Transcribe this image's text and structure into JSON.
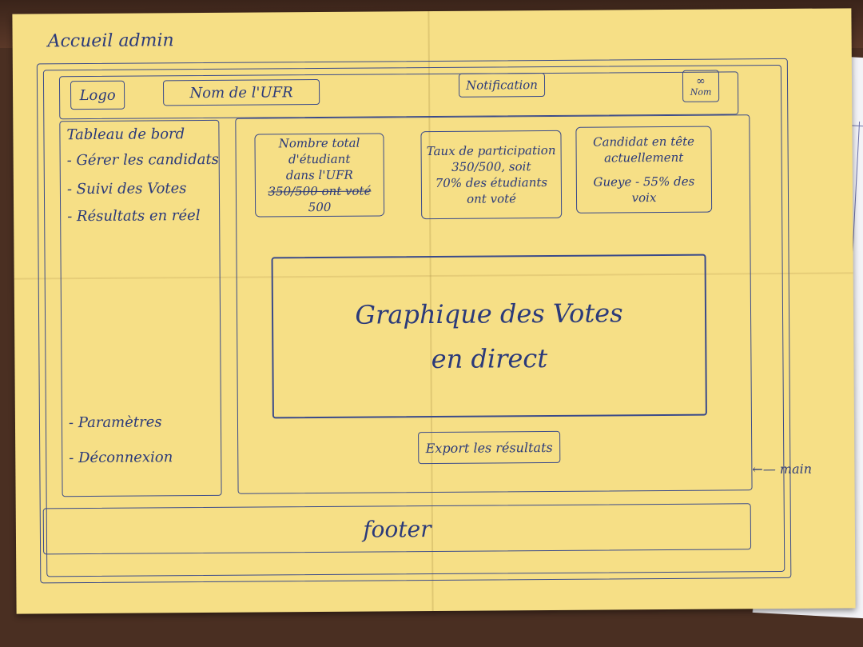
{
  "page": {
    "title": "Accueil admin"
  },
  "header": {
    "logo_label": "Logo",
    "ufr_name": "Nom de l'UFR",
    "notification_label": "Notification",
    "user_label": "Nom"
  },
  "sidebar": {
    "items": [
      {
        "label": "Tableau de bord"
      },
      {
        "label": "Gérer les candidats"
      },
      {
        "label": "Suivi des Votes"
      },
      {
        "label": "Résultats en réel"
      }
    ],
    "bottom_items": [
      {
        "label": "Paramètres"
      },
      {
        "label": "Déconnexion"
      }
    ]
  },
  "stats": {
    "card1": {
      "line1": "Nombre total",
      "line2": "d'étudiant",
      "line3": "dans l'UFR",
      "struck": "350/500 ont voté",
      "value": "500"
    },
    "card2": {
      "line1": "Taux de participation",
      "line2": "350/500, soit",
      "line3": "70% des étudiants",
      "line4": "ont voté"
    },
    "card3": {
      "line1": "Candidat en tête",
      "line2": "actuellement",
      "line3": "Gueye - 55% des voix"
    }
  },
  "chart": {
    "line1": "Graphique des Votes",
    "line2": "en direct"
  },
  "export_label": "Export les résultats",
  "footer_label": "footer",
  "annotation": "main"
}
